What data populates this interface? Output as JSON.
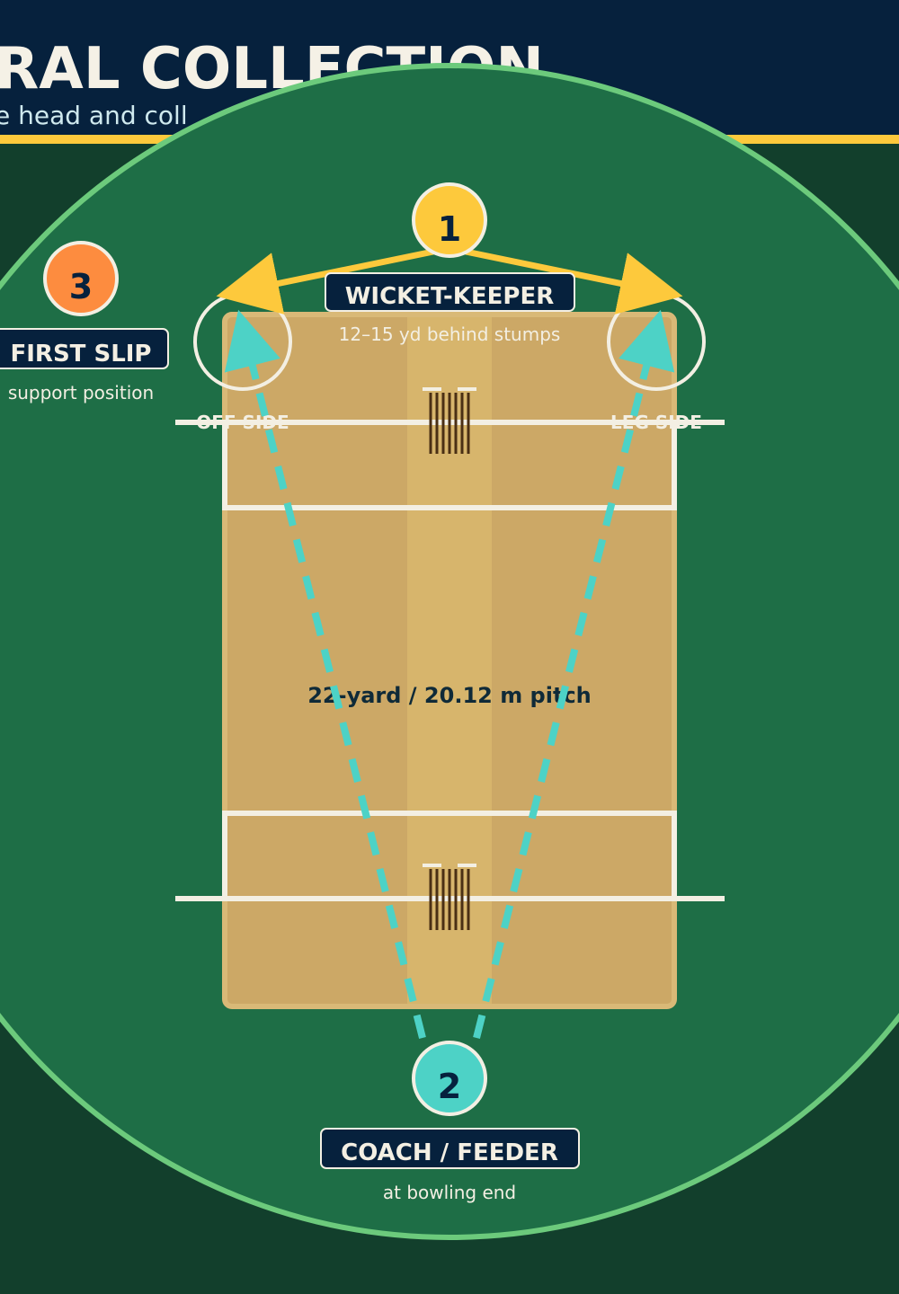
{
  "header": {
    "title": "RAL COLLECTION",
    "subtitle": "e head and coll"
  },
  "pitch": {
    "length_label": "22-yard / 20.12 m pitch",
    "off_side_label": "OFF SIDE",
    "leg_side_label": "LEG SIDE"
  },
  "positions": [
    {
      "number": "1",
      "name": "WICKET-KEEPER",
      "note": "12–15 yd behind stumps"
    },
    {
      "number": "2",
      "name": "COACH / FEEDER",
      "note": "at bowling end"
    },
    {
      "number": "3",
      "name": "FIRST SLIP",
      "note": "support position"
    }
  ],
  "colors": {
    "navy": "#06213d",
    "gold": "#fdc93c",
    "teal": "#4dd2c6",
    "orange": "#fd8c3f",
    "field": "#1e6e46",
    "field_outer": "#123f2c",
    "boundary": "#6cca7c",
    "pitch": "#cca866",
    "pitch_strip": "#d7b56c",
    "crease": "#f3efe3"
  }
}
